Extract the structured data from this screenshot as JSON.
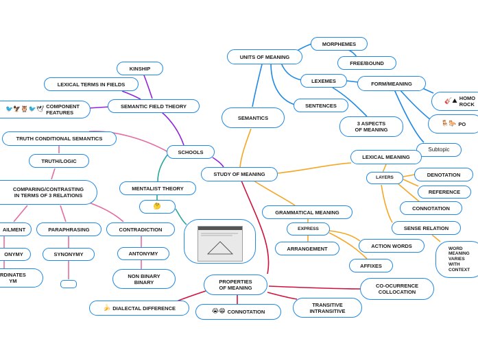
{
  "colors": {
    "blue": "#1e88e5",
    "orange": "#f5a623",
    "purple": "#8e24d9",
    "pink": "#e56aa0",
    "teal": "#26a69a",
    "crimson": "#d0103a"
  },
  "nodes": {
    "units_of_meaning": "UNITS OF MEANING",
    "morphemes": "MORPHEMES",
    "free_bound": "FREE/BOUND",
    "lexemes": "LEXEMES",
    "form_meaning": "FORM/MEANING",
    "homo_rock": "HOMO ROCK",
    "po": "PO",
    "sentences": "SENTENCES",
    "three_aspects": "3 ASPECTS\nOF MEANING",
    "subtopic": "Subtopic",
    "semantics": "SEMANTICS",
    "kinship": "KINSHIP",
    "lexical_terms": "LEXICAL TERMS IN FIELDS",
    "semantic_field": "SEMANTIC FIELD THEORY",
    "component_features": "COMPONENT\nFEATURES",
    "truth_conditional": "TRUTH CONDITIONAL SEMANTICS",
    "truth_logic": "TRUTH/LOGIC",
    "schools": "SCHOOLS",
    "study_of_meaning": "STUDY OF MEANING",
    "lexical_meaning": "LEXICAL MEANING",
    "layers": "LAYERS",
    "denotation": "DENOTATION",
    "reference": "REFERENCE",
    "connotation_right": "CONNOTATION",
    "sense_relation": "SENSE RELATION",
    "word_meaning": "WORD\nMEANING\nVARIES\nWITH\nCONTEXT",
    "comparing": "COMPARING/CONTRASTING\nIN TERMS OF 3 RELATIONS",
    "mentalist": "MENTALIST THEORY",
    "entailment": "AILMENT",
    "paraphrasing": "PARAPHRASING",
    "contradiction": "CONTRADICTION",
    "hyponymy": "ONYMY",
    "synonymy": "SYNONYMY",
    "antonymy": "ANTONYMY",
    "subordinates": "RDINATES\nYM",
    "non_binary": "NON BINARY\nBINARY",
    "grammatical": "GRAMMATICAL MEANING",
    "express": "EXPRESS",
    "arrangement": "ARRANGEMENT",
    "action_words": "ACTION WORDS",
    "affixes": "AFFIXES",
    "properties": "PROPERTIES\nOF MEANING",
    "co_occurrence": "CO-OCURRENCE\nCOLLOCATION",
    "dialectal": "DIALECTAL DIFFERENCE",
    "connotation_bottom": "CONNOTATION",
    "transitive": "TRANSITIVE\nINTRANSITIVE"
  },
  "icons": {
    "component_features": "🐦🦅🦉🐦🕊",
    "homo_rock": "🎸⛰",
    "po": "🪑🐎",
    "mentalist": "🤔",
    "dialectal": "🍌",
    "connotation_bottom": "😭😁"
  }
}
